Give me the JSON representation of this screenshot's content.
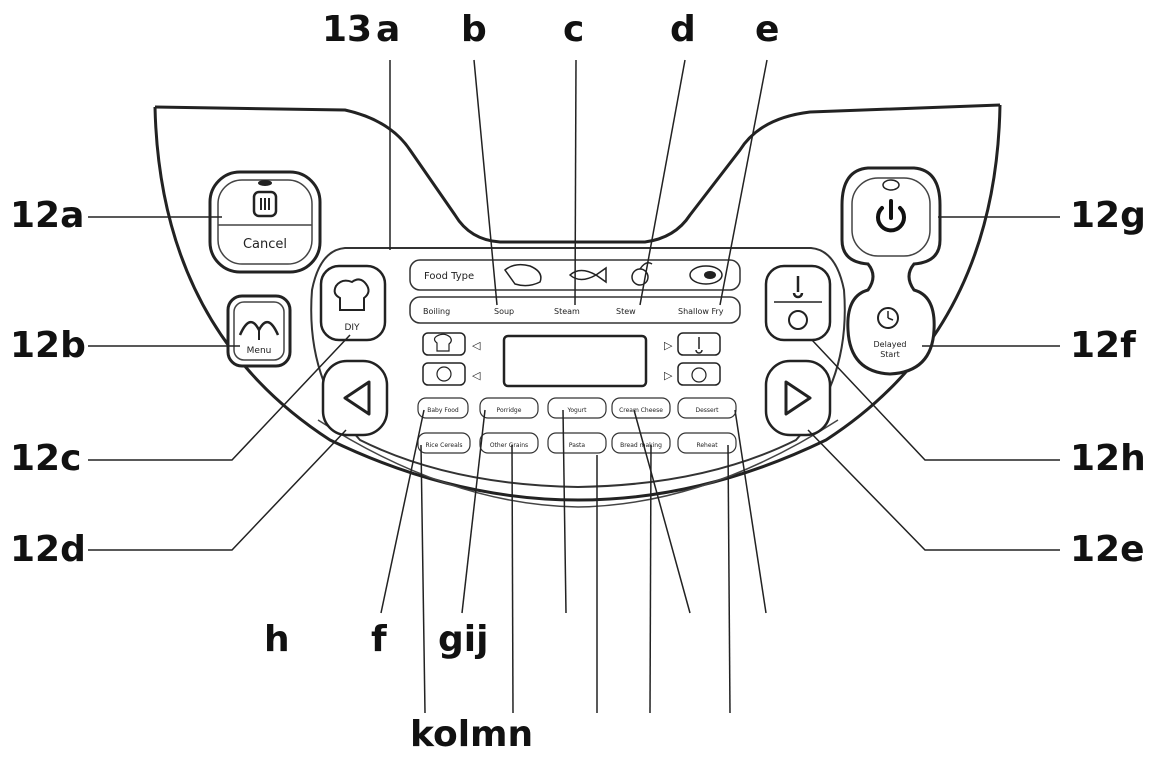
{
  "callouts": {
    "top": {
      "n13": "13",
      "a": "a",
      "b": "b",
      "c": "c",
      "d": "d",
      "e": "e"
    },
    "left": {
      "l12a": "12a",
      "l12b": "12b",
      "l12c": "12c",
      "l12d": "12d"
    },
    "right": {
      "l12g": "12g",
      "l12f": "12f",
      "l12h": "12h",
      "l12e": "12e"
    },
    "bottom": {
      "h": "h",
      "f": "f",
      "gij": "gij",
      "kolmn": "kolmn"
    }
  },
  "panel": {
    "cancel_label": "Cancel",
    "menu_label": "Menu",
    "diy_label": "DIY",
    "delayed_start_label": "Delayed Start",
    "food_type_label": "Food Type",
    "cooking_modes": [
      "Boiling",
      "Soup",
      "Steam",
      "Stew",
      "Shallow Fry"
    ],
    "programs_row1": [
      "Baby Food",
      "Porridge",
      "Yogurt",
      "Cream Cheese",
      "Dessert"
    ],
    "programs_row2": [
      "Rice Cereals",
      "Other Grains",
      "Pasta",
      "Bread making",
      "Reheat"
    ]
  }
}
